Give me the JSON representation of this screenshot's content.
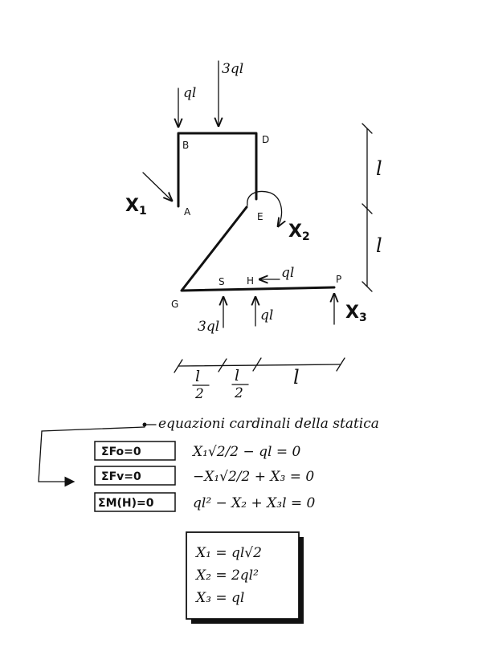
{
  "loads": {
    "top_left": "ql",
    "top_right": "3ql",
    "bottom_left": "3ql",
    "bottom_mid": "ql",
    "horizontal_h": "ql"
  },
  "nodes": {
    "a": "A",
    "b": "B",
    "d": "D",
    "e": "E",
    "g": "G",
    "s": "S",
    "h": "H",
    "p": "P"
  },
  "reactions": {
    "x1": "X",
    "x1_sub": "1",
    "x2": "X",
    "x2_sub": "2",
    "x3": "X",
    "x3_sub": "3"
  },
  "dimensions": {
    "vertical_top": "l",
    "vertical_bottom": "l",
    "horizontal_left_num": "l",
    "horizontal_left_den": "2",
    "horizontal_mid_num": "l",
    "horizontal_mid_den": "2",
    "horizontal_right": "l"
  },
  "equations": {
    "heading": "equazioni cardinali della statica",
    "rows": [
      {
        "label": "ΣFo=0",
        "expr": "X₁√2/2 − ql = 0"
      },
      {
        "label": "ΣFv=0",
        "expr": "−X₁√2/2 + X₃ = 0"
      },
      {
        "label": "ΣM(H)=0",
        "expr": "ql² − X₂ + X₃l = 0"
      }
    ]
  },
  "results": [
    {
      "text": "X₁ = ql√2"
    },
    {
      "text": "X₂ = 2ql²"
    },
    {
      "text": "X₃ = ql"
    }
  ]
}
